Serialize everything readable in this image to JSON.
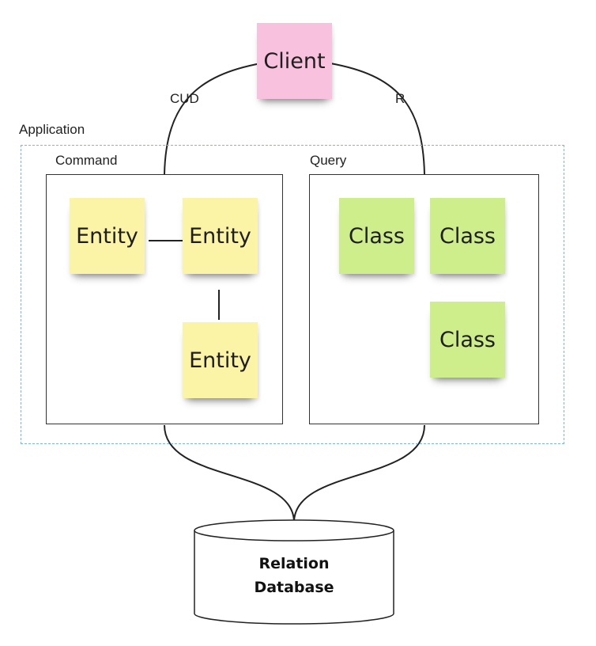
{
  "client": {
    "label": "Client"
  },
  "edges": {
    "cud_label": "CUD",
    "r_label": "R"
  },
  "application": {
    "label": "Application"
  },
  "command": {
    "label": "Command",
    "entities": [
      "Entity",
      "Entity",
      "Entity"
    ]
  },
  "query": {
    "label": "Query",
    "classes": [
      "Class",
      "Class",
      "Class"
    ]
  },
  "database": {
    "line1": "Relation",
    "line2": "Database"
  },
  "colors": {
    "client_note": "#f8c1de",
    "entity_note": "#fbf3a6",
    "class_note": "#cdee8a",
    "group_border": "#7ab7d8",
    "lines": "#222222"
  }
}
